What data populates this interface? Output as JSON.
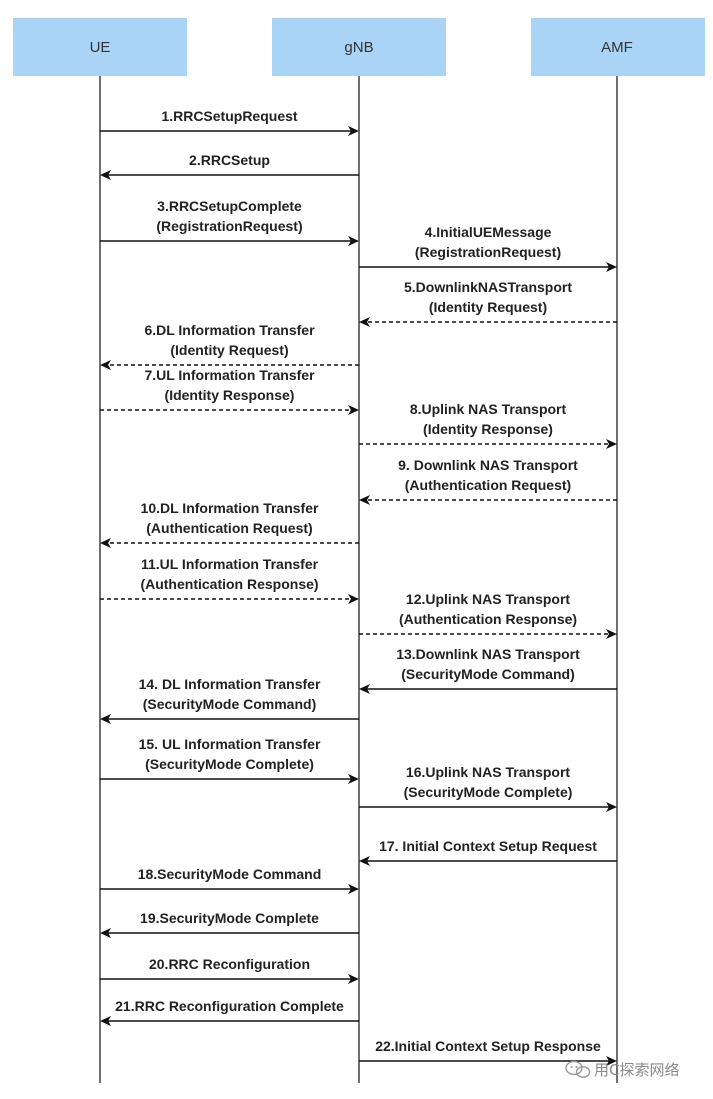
{
  "actors": [
    {
      "id": "ue",
      "label": "UE"
    },
    {
      "id": "gnb",
      "label": "gNB"
    },
    {
      "id": "amf",
      "label": "AMF"
    }
  ],
  "colors": {
    "actor_fill": "#a9d4f5",
    "line": "#111111",
    "text": "#222222"
  },
  "messages": [
    {
      "from": "ue",
      "to": "gnb",
      "style": "solid",
      "lines": [
        "1.RRCSetupRequest"
      ]
    },
    {
      "from": "gnb",
      "to": "ue",
      "style": "solid",
      "lines": [
        "2.RRCSetup"
      ]
    },
    {
      "from": "ue",
      "to": "gnb",
      "style": "solid",
      "lines": [
        "3.RRCSetupComplete",
        "(RegistrationRequest)"
      ]
    },
    {
      "from": "gnb",
      "to": "amf",
      "style": "solid",
      "lines": [
        "4.InitialUEMessage",
        "(RegistrationRequest)"
      ]
    },
    {
      "from": "amf",
      "to": "gnb",
      "style": "dashed",
      "lines": [
        "5.DownlinkNASTransport",
        "(Identity Request)"
      ]
    },
    {
      "from": "gnb",
      "to": "ue",
      "style": "dashed",
      "lines": [
        "6.DL Information Transfer",
        "(Identity Request)"
      ]
    },
    {
      "from": "ue",
      "to": "gnb",
      "style": "dashed",
      "lines": [
        "7.UL Information Transfer",
        "(Identity Response)"
      ]
    },
    {
      "from": "gnb",
      "to": "amf",
      "style": "dashed",
      "lines": [
        "8.Uplink NAS Transport",
        "(Identity Response)"
      ]
    },
    {
      "from": "amf",
      "to": "gnb",
      "style": "dashed",
      "lines": [
        "9. Downlink NAS Transport",
        "(Authentication Request)"
      ]
    },
    {
      "from": "gnb",
      "to": "ue",
      "style": "dashed",
      "lines": [
        "10.DL Information Transfer",
        "(Authentication Request)"
      ]
    },
    {
      "from": "ue",
      "to": "gnb",
      "style": "dashed",
      "lines": [
        "11.UL Information Transfer",
        "(Authentication Response)"
      ]
    },
    {
      "from": "gnb",
      "to": "amf",
      "style": "dashed",
      "lines": [
        "12.Uplink NAS Transport",
        "(Authentication Response)"
      ]
    },
    {
      "from": "amf",
      "to": "gnb",
      "style": "solid",
      "lines": [
        "13.Downlink NAS Transport",
        "(SecurityMode Command)"
      ]
    },
    {
      "from": "gnb",
      "to": "ue",
      "style": "solid",
      "lines": [
        "14. DL Information Transfer",
        "(SecurityMode Command)"
      ]
    },
    {
      "from": "ue",
      "to": "gnb",
      "style": "solid",
      "lines": [
        "15. UL Information Transfer",
        "(SecurityMode Complete)"
      ]
    },
    {
      "from": "gnb",
      "to": "amf",
      "style": "solid",
      "lines": [
        "16.Uplink NAS Transport",
        "(SecurityMode Complete)"
      ]
    },
    {
      "from": "amf",
      "to": "gnb",
      "style": "solid",
      "lines": [
        "17. Initial Context Setup Request"
      ]
    },
    {
      "from": "ue",
      "to": "gnb",
      "style": "solid",
      "lines": [
        "18.SecurityMode Command"
      ]
    },
    {
      "from": "gnb",
      "to": "ue",
      "style": "solid",
      "lines": [
        "19.SecurityMode Complete"
      ]
    },
    {
      "from": "ue",
      "to": "gnb",
      "style": "solid",
      "lines": [
        "20.RRC Reconfiguration"
      ]
    },
    {
      "from": "gnb",
      "to": "ue",
      "style": "solid",
      "lines": [
        "21.RRC Reconfiguration Complete"
      ]
    },
    {
      "from": "gnb",
      "to": "amf",
      "style": "solid",
      "lines": [
        "22.Initial Context Setup Response"
      ]
    }
  ],
  "watermark": {
    "text": "用C探索网络",
    "icon": "wechat-icon"
  }
}
